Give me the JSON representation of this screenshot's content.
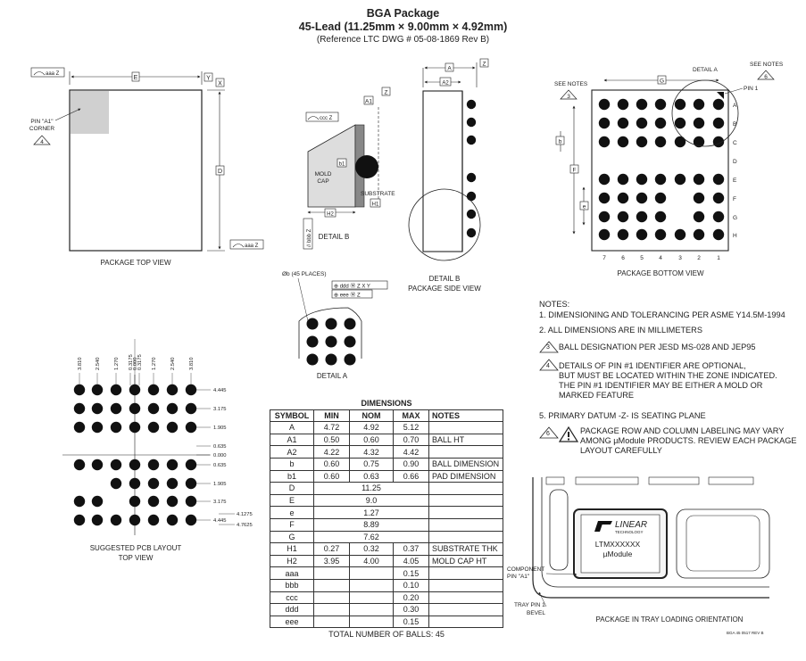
{
  "header": {
    "title": "BGA Package",
    "subtitle": "45-Lead (11.25mm × 9.00mm × 4.92mm)",
    "reference": "(Reference LTC DWG # 05-08-1869 Rev B)"
  },
  "top_view": {
    "caption": "PACKAGE TOP VIEW",
    "dim_e": "E",
    "dim_d": "D",
    "datum_y": "Y",
    "datum_x": "X",
    "tol_aaa_z": "aaa Z",
    "pin_a1_line1": "PIN \"A1\"",
    "pin_a1_line2": "CORNER",
    "note_ref": "4"
  },
  "detail_b": {
    "caption": "DETAIL B",
    "mold_cap_line1": "MOLD",
    "mold_cap_line2": "CAP",
    "substrate": "SUBSTRATE",
    "a1": "A1",
    "b1": "b1",
    "h1": "H1",
    "h2": "H2",
    "z": "Z",
    "ccc_z": "ccc Z",
    "ddd_z": "// bbb Z"
  },
  "side_view": {
    "caption_line1": "DETAIL B",
    "caption_line2": "PACKAGE SIDE VIEW",
    "a": "A",
    "a2": "A2",
    "z": "Z"
  },
  "bottom_view": {
    "caption": "PACKAGE BOTTOM VIEW",
    "see_notes_left": "SEE NOTES",
    "see_notes_right": "SEE NOTES",
    "detail_a": "DETAIL A",
    "pin1": "PIN 1",
    "note3": "3",
    "note6": "6",
    "g": "G",
    "f": "F",
    "b": "b",
    "e": "e",
    "rows": [
      "A",
      "B",
      "C",
      "D",
      "E",
      "F",
      "G",
      "H"
    ],
    "cols": [
      "7",
      "6",
      "5",
      "4",
      "3",
      "2",
      "1"
    ]
  },
  "detail_a": {
    "caption": "DETAIL A",
    "places": "Øb (45 PLACES)",
    "fcf1": "⊕ ddd Ⓜ Z X Y",
    "fcf2": "⊕ eee Ⓜ Z"
  },
  "pcb_layout": {
    "caption_line1": "SUGGESTED PCB LAYOUT",
    "caption_line2": "TOP VIEW",
    "x_labels": [
      "3.810",
      "2.540",
      "1.270",
      "0.3175",
      "0.000",
      "0.3175",
      "1.270",
      "2.540",
      "3.810"
    ],
    "y_labels": [
      "4.445",
      "3.175",
      "1.905",
      "0.635",
      "0.000",
      "0.635",
      "1.905",
      "3.175",
      "4.445"
    ],
    "extra_labels": [
      "4.1275",
      "4.7625"
    ]
  },
  "dimensions_table": {
    "title": "DIMENSIONS",
    "headers": [
      "SYMBOL",
      "MIN",
      "NOM",
      "MAX",
      "NOTES"
    ],
    "rows": [
      [
        "A",
        "4.72",
        "4.92",
        "5.12",
        ""
      ],
      [
        "A1",
        "0.50",
        "0.60",
        "0.70",
        "BALL HT"
      ],
      [
        "A2",
        "4.22",
        "4.32",
        "4.42",
        ""
      ],
      [
        "b",
        "0.60",
        "0.75",
        "0.90",
        "BALL DIMENSION"
      ],
      [
        "b1",
        "0.60",
        "0.63",
        "0.66",
        "PAD DIMENSION"
      ],
      [
        "D",
        "",
        "11.25",
        "",
        ""
      ],
      [
        "E",
        "",
        "9.0",
        "",
        ""
      ],
      [
        "e",
        "",
        "1.27",
        "",
        ""
      ],
      [
        "F",
        "",
        "8.89",
        "",
        ""
      ],
      [
        "G",
        "",
        "7.62",
        "",
        ""
      ],
      [
        "H1",
        "0.27",
        "0.32",
        "0.37",
        "SUBSTRATE THK"
      ],
      [
        "H2",
        "3.95",
        "4.00",
        "4.05",
        "MOLD CAP HT"
      ],
      [
        "aaa",
        "",
        "",
        "0.15",
        ""
      ],
      [
        "bbb",
        "",
        "",
        "0.10",
        ""
      ],
      [
        "ccc",
        "",
        "",
        "0.20",
        ""
      ],
      [
        "ddd",
        "",
        "",
        "0.30",
        ""
      ],
      [
        "eee",
        "",
        "",
        "0.15",
        ""
      ]
    ],
    "footer": "TOTAL NUMBER OF BALLS: 45"
  },
  "notes": {
    "title": "NOTES:",
    "n1": "1. DIMENSIONING AND TOLERANCING PER ASME Y14.5M-1994",
    "n2": "2. ALL DIMENSIONS ARE IN MILLIMETERS",
    "n3_num": "3",
    "n3": "BALL DESIGNATION PER JESD MS-028 AND JEP95",
    "n4_num": "4",
    "n4_l1": "DETAILS OF PIN #1 IDENTIFIER ARE OPTIONAL,",
    "n4_l2": "BUT MUST BE LOCATED WITHIN THE ZONE INDICATED.",
    "n4_l3": "THE PIN #1 IDENTIFIER MAY BE EITHER A MOLD OR",
    "n4_l4": "MARKED FEATURE",
    "n5": "5. PRIMARY DATUM -Z- IS SEATING PLANE",
    "n6_num": "6",
    "n6_l1": "PACKAGE ROW AND COLUMN LABELING MAY VARY",
    "n6_l2": "AMONG µModule PRODUCTS. REVIEW EACH PACKAGE",
    "n6_l3": "LAYOUT CAREFULLY"
  },
  "tray": {
    "brand": "LINEAR",
    "brand_sub": "TECHNOLOGY",
    "part": "LTMXXXXXX",
    "module": "µModule",
    "component_pin_l1": "COMPONENT",
    "component_pin_l2": "PIN \"A1\"",
    "tray_pin_l1": "TRAY PIN 1",
    "tray_pin_l2": "BEVEL",
    "caption": "PACKAGE IN TRAY LOADING ORIENTATION",
    "drawing_id": "BGA 45 0517 REV B"
  }
}
